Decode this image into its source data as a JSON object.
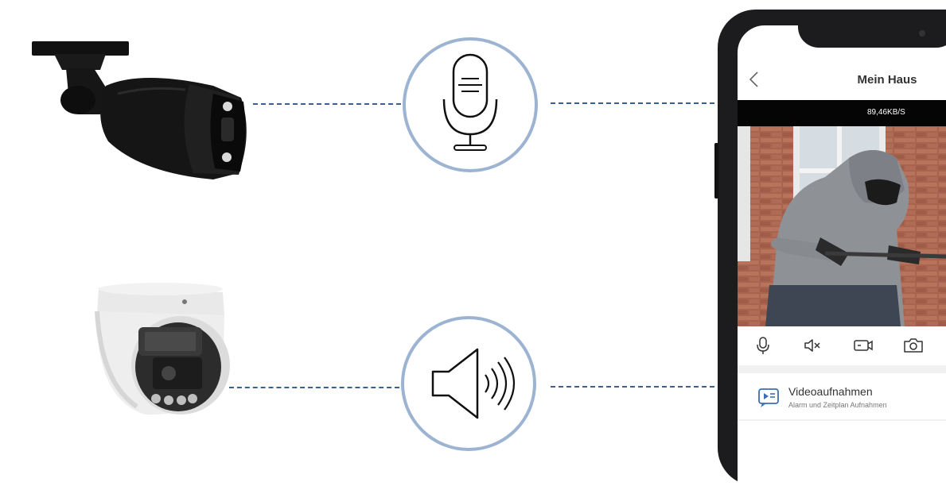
{
  "app": {
    "title": "Mein Haus",
    "data_rate": "89,46KB/S",
    "toolbar": [
      "microphone-icon",
      "speaker-mute-icon",
      "record-icon",
      "camera-icon"
    ],
    "card": {
      "title": "Videoaufnahmen",
      "subtitle": "Alarm und Zeitplan Aufnahmen"
    }
  },
  "feature_icons": [
    "microphone-icon",
    "speaker-icon"
  ],
  "colors": {
    "dash": "#3a5f91",
    "circle_border": "#9cb3d2",
    "accent": "#3b6fb6",
    "phone_frame": "#1c1c1e"
  }
}
